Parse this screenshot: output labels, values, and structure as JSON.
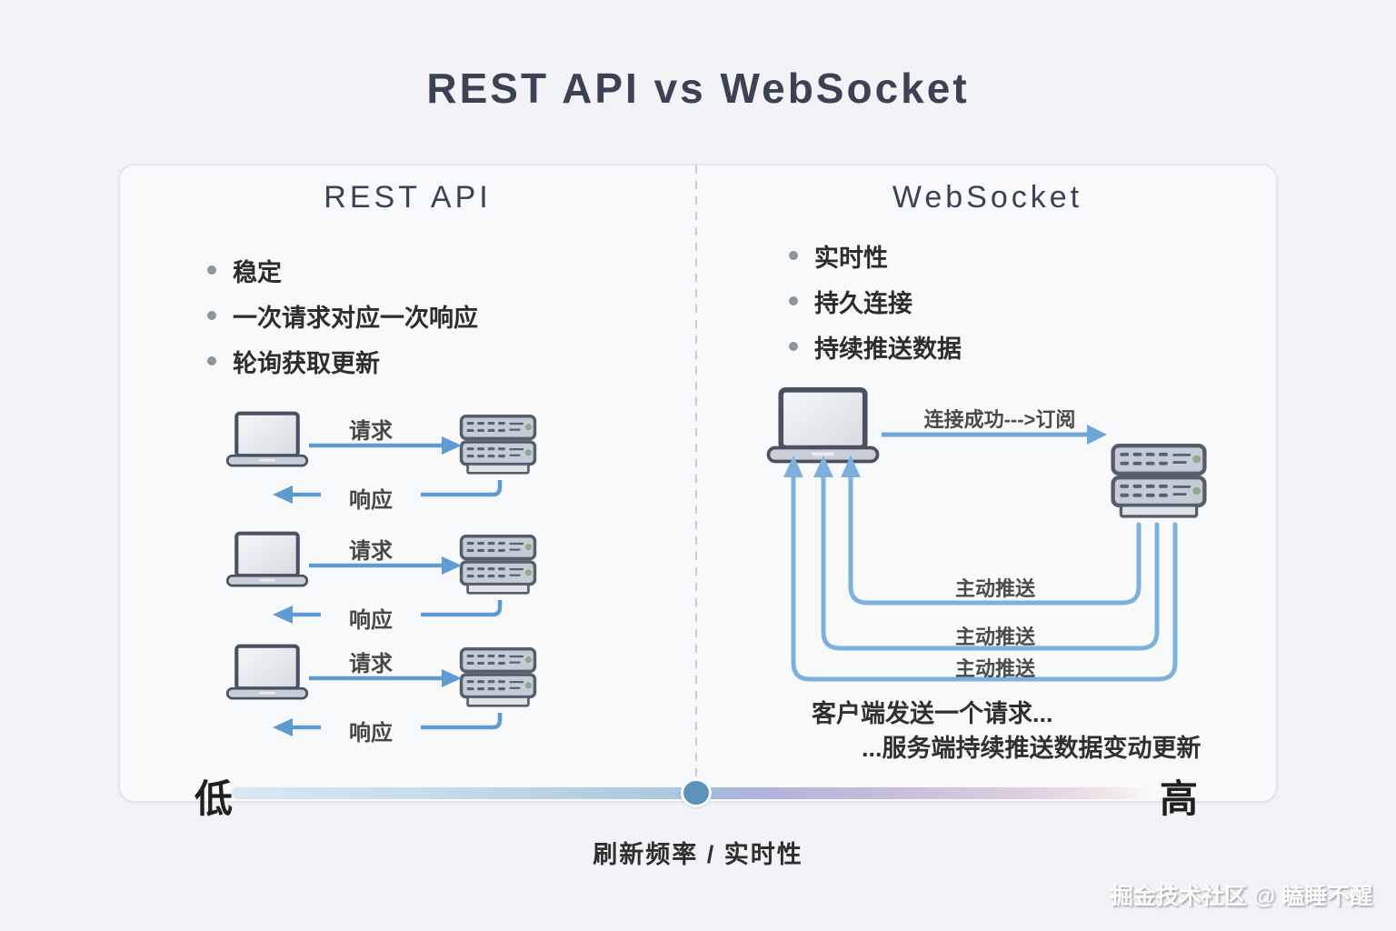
{
  "title": "REST API vs WebSocket",
  "panel": {
    "left": {
      "header": "REST API",
      "bullets": [
        "稳定",
        "一次请求对应一次响应",
        "轮询获取更新"
      ],
      "rows": [
        {
          "request_label": "请求",
          "response_label": "响应"
        },
        {
          "request_label": "请求",
          "response_label": "响应"
        },
        {
          "request_label": "请求",
          "response_label": "响应"
        }
      ]
    },
    "right": {
      "header": "WebSocket",
      "bullets": [
        "实时性",
        "持久连接",
        "持续推送数据"
      ],
      "connect_label": "连接成功--->订阅",
      "push_labels": [
        "主动推送",
        "主动推送",
        "主动推送"
      ],
      "caption_line1": "客户端发送一个请求...",
      "caption_line2": "...服务端持续推送数据变动更新"
    }
  },
  "slider": {
    "low_label": "低",
    "high_label": "高",
    "caption": "刷新频率  /  实时性",
    "knob_color": "#5d93ba",
    "gradient_left_color": "#aac8de",
    "gradient_right_color": "#b0b3dd"
  },
  "icons": {
    "laptop": "laptop-icon",
    "server": "server-icon"
  },
  "colors": {
    "background": "#f2f3f6",
    "panel_background": "#f8f9fb",
    "title_color": "#3b4254",
    "arrow_blue": "#5f9bd0",
    "push_arrow_blue": "#7fb0dd"
  },
  "watermark": "掘金技术社区 @ 瞌睡不醒"
}
